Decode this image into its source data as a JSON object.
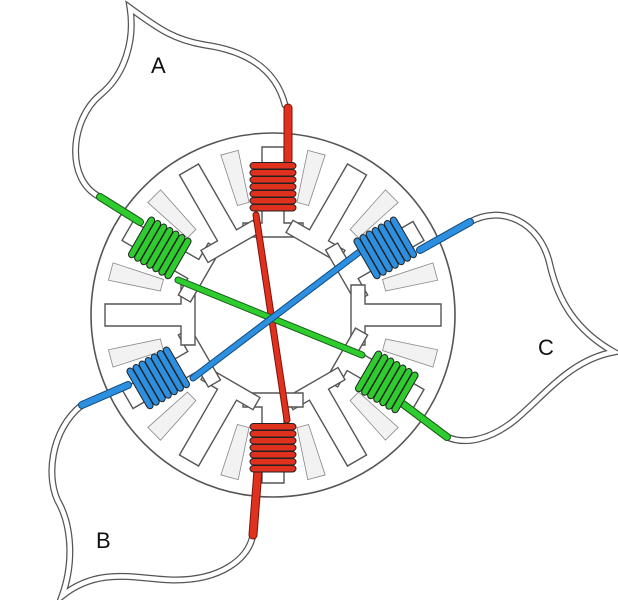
{
  "diagram": {
    "terminals": [
      {
        "id": "A",
        "label": "A",
        "color": "#e0301e"
      },
      {
        "id": "B",
        "label": "B",
        "color": "#2d8fe0"
      },
      {
        "id": "C",
        "label": "C",
        "color": "#2ecc2e"
      }
    ],
    "colors": {
      "stator_fill": "#ffffff",
      "stator_outline": "#444444",
      "lead_wire": "#ffffff",
      "lead_outline": "#555555",
      "phase_a": "#e0301e",
      "phase_b": "#2d8fe0",
      "phase_c": "#2ecc2e",
      "coil_outline": "#6b1a10"
    },
    "pole_count": 12,
    "winding_count": 6
  }
}
